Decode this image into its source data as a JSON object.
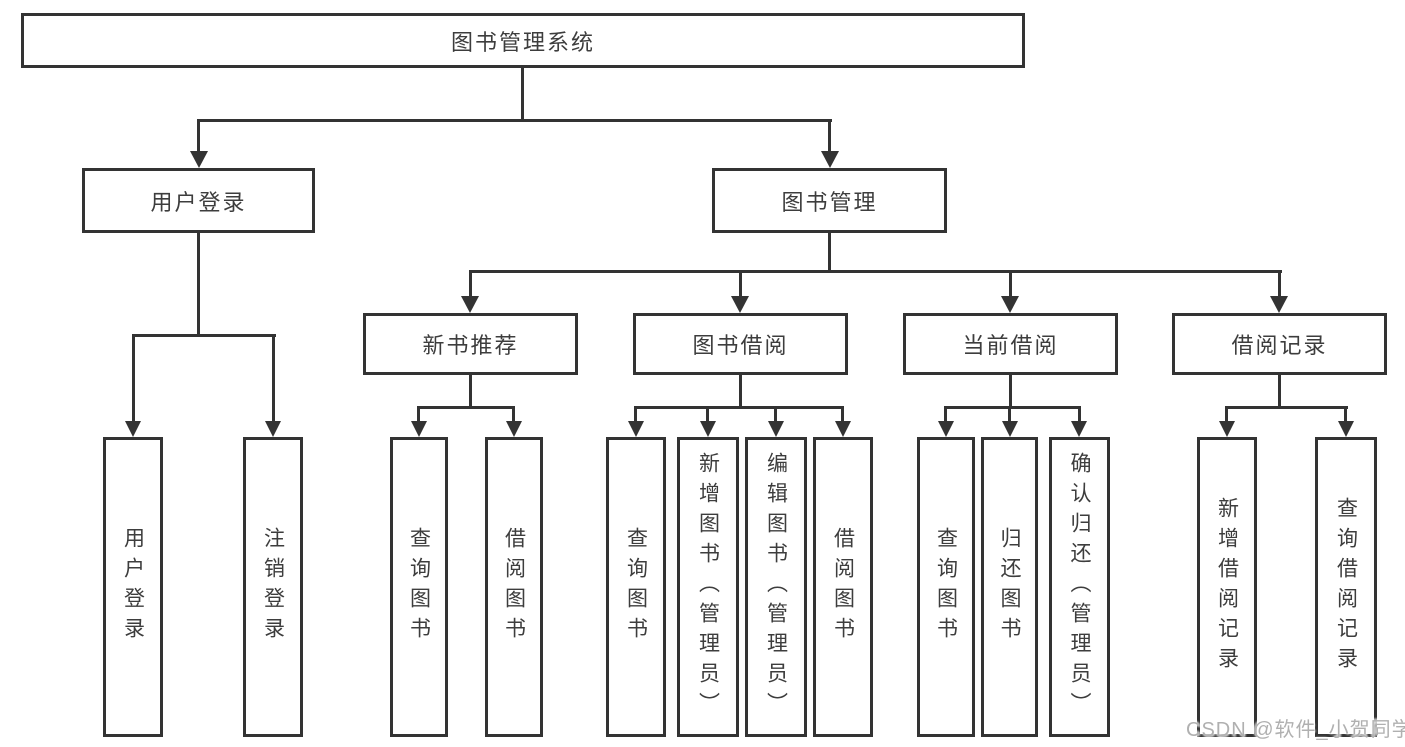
{
  "tree": {
    "label": "图书管理系统",
    "children": [
      {
        "label": "用户登录",
        "children": [
          {
            "label": "用户登录"
          },
          {
            "label": "注销登录"
          }
        ]
      },
      {
        "label": "图书管理",
        "children": [
          {
            "label": "新书推荐",
            "children": [
              {
                "label": "查询图书"
              },
              {
                "label": "借阅图书"
              }
            ]
          },
          {
            "label": "图书借阅",
            "children": [
              {
                "label": "查询图书"
              },
              {
                "label": "新增图书（管理员）"
              },
              {
                "label": "编辑图书（管理员）"
              },
              {
                "label": "借阅图书"
              }
            ]
          },
          {
            "label": "当前借阅",
            "children": [
              {
                "label": "查询图书"
              },
              {
                "label": "归还图书"
              },
              {
                "label": "确认归还（管理员）"
              }
            ]
          },
          {
            "label": "借阅记录",
            "children": [
              {
                "label": "新增借阅记录"
              },
              {
                "label": "查询借阅记录"
              }
            ]
          }
        ]
      }
    ]
  },
  "watermark": {
    "text": "CSDN @软件_小贺同学"
  },
  "colors": {
    "line": "#333333",
    "text": "#3d3d3d",
    "watermark": "#b0b0b0",
    "background": "#ffffff"
  }
}
